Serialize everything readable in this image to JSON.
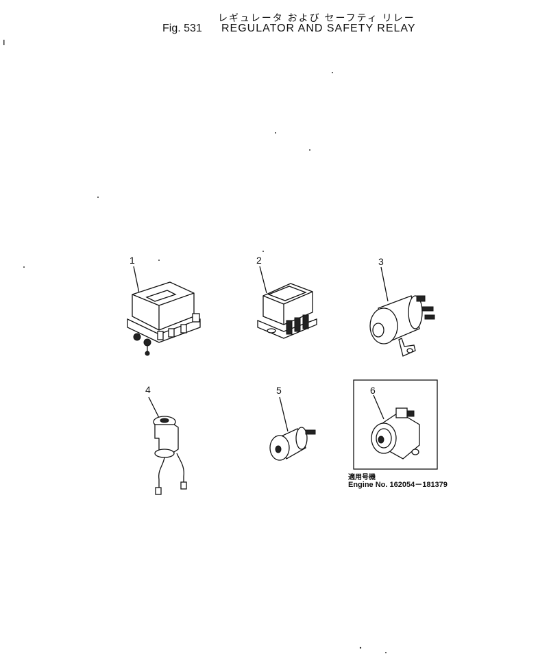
{
  "title": {
    "japanese": "レギュレータ および セーフティ リレー",
    "figure": "Fig. 531",
    "english": "REGULATOR AND SAFETY RELAY"
  },
  "callouts": [
    "1",
    "2",
    "3",
    "4",
    "5",
    "6"
  ],
  "applicability_note": {
    "japanese": "適用号機",
    "engine": "Engine No. 162054－181379"
  }
}
